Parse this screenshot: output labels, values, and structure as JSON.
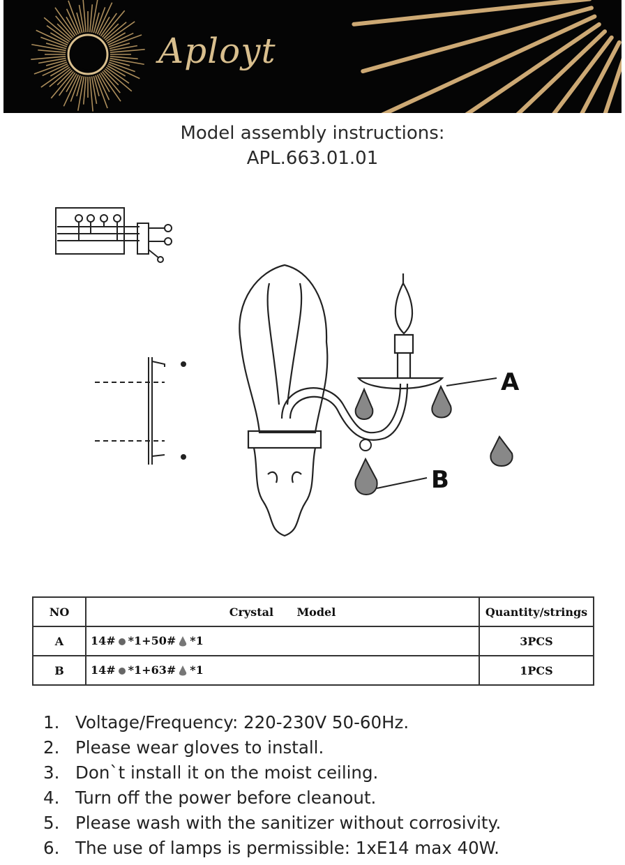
{
  "header": {
    "brand": "Aployt",
    "background": "#050505",
    "accent": "#d9bf8e"
  },
  "title": {
    "line1": "Model assembly instructions:",
    "line2": "APL.663.01.01"
  },
  "diagram": {
    "label_a": "A",
    "label_b": "B"
  },
  "table": {
    "headers": {
      "no": "NO",
      "crystal": "Crystal",
      "model": "Model",
      "quantity": "Quantity/strings"
    },
    "rows": [
      {
        "no": "A",
        "model_prefix": "14#",
        "model_mid": "*1+50#",
        "model_suffix": "*1",
        "quantity": "3PCS"
      },
      {
        "no": "B",
        "model_prefix": "14#",
        "model_mid": "*1+63#",
        "model_suffix": "*1",
        "quantity": "1PCS"
      }
    ]
  },
  "notes": [
    {
      "num": "1.",
      "text": "Voltage/Frequency: 220-230V 50-60Hz."
    },
    {
      "num": "2.",
      "text": "Please wear gloves to install."
    },
    {
      "num": "3.",
      "text": "Don`t install it on the moist ceiling."
    },
    {
      "num": "4.",
      "text": "Turn off the power before cleanout."
    },
    {
      "num": "5.",
      "text": "Please wash with the sanitizer without corrosivity."
    },
    {
      "num": "6.",
      "text": "The use of lamps is permissible: 1xE14 max 40W."
    }
  ]
}
